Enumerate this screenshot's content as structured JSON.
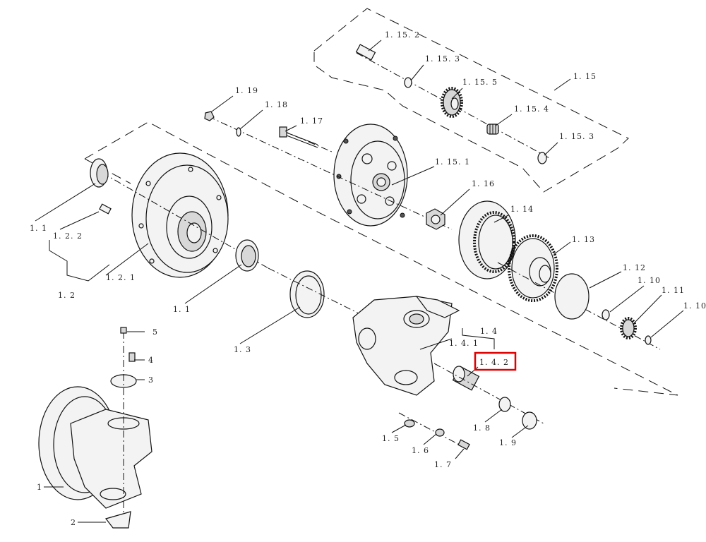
{
  "labels": {
    "l_1_15_2": "1. 15. 2",
    "l_1_15_3a": "1. 15. 3",
    "l_1_15_5": "1. 15. 5",
    "l_1_15": "1. 15",
    "l_1_15_4": "1. 15. 4",
    "l_1_15_3b": "1. 15. 3",
    "l_1_19": "1. 19",
    "l_1_18": "1. 18",
    "l_1_17": "1. 17",
    "l_1_15_1": "1. 15. 1",
    "l_1_16": "1. 16",
    "l_1_14": "1. 14",
    "l_1_13": "1. 13",
    "l_1_12": "1. 12",
    "l_1_10a": "1. 10",
    "l_1_11": "1. 11",
    "l_1_10b": "1. 10",
    "l_1_1a": "1. 1",
    "l_1_2_2": "1. 2. 2",
    "l_1_2_1": "1. 2. 1",
    "l_1_2": "1. 2",
    "l_1_1b": "1. 1",
    "l_1_3": "1. 3",
    "l_1_4": "1. 4",
    "l_1_4_1": "1. 4. 1",
    "l_1_4_2": "1. 4. 2",
    "l_1_5": "1. 5",
    "l_1_6": "1. 6",
    "l_1_7": "1. 7",
    "l_1_8": "1. 8",
    "l_1_9": "1. 9",
    "l_5": "5",
    "l_4": "4",
    "l_3": "3",
    "l_1": "1",
    "l_2": "2"
  },
  "highlight": {
    "label": "1. 4. 2",
    "color": "#e00000"
  }
}
